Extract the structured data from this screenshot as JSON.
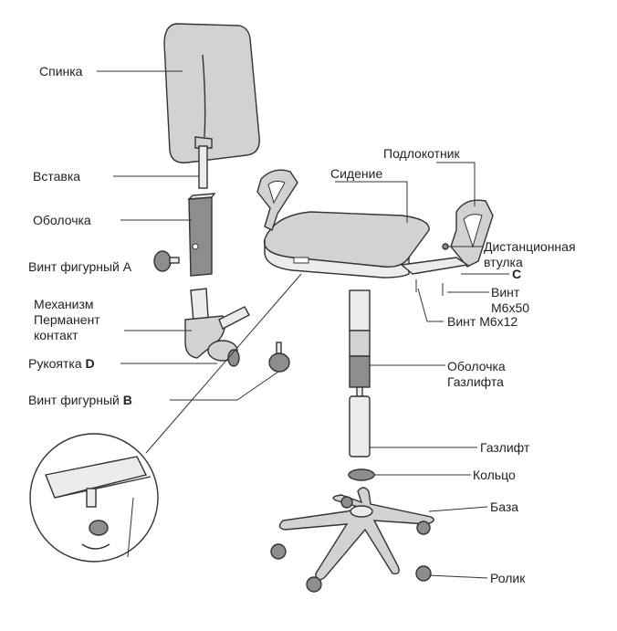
{
  "labels": {
    "backrest": "Спинка",
    "insert": "Вставка",
    "shell": "Оболочка",
    "screw_a": "Винт фигурный А",
    "mechanism_line1": "Механизм",
    "mechanism_line2": "Перманент",
    "mechanism_line3": "контакт",
    "handle_text": "Рукоятка ",
    "handle_letter": "D",
    "screw_b": "Винт фигурный ",
    "screw_b_letter": "В",
    "armrest": "Подлокотник",
    "seat": "Сидение",
    "spacer_line1": "Дистанционная",
    "spacer_line2": "втулка",
    "point_c": "C",
    "screw_m6x50_line1": "Винт",
    "screw_m6x50_line2": "М6х50",
    "screw_m6x12": "Винт М6х12",
    "gaslift_shell_line1": "Оболочка",
    "gaslift_shell_line2": "Газлифта",
    "gaslift": "Газлифт",
    "ring": "Кольцо",
    "base": "База",
    "caster": "Ролик"
  }
}
